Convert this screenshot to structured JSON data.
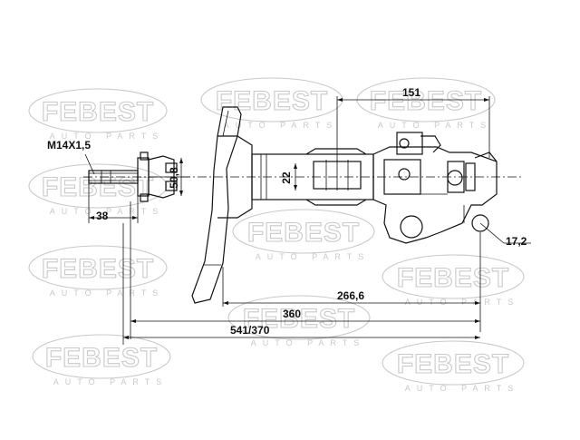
{
  "watermark": {
    "brand": "FEBEST",
    "sub": "AUTO PARTS"
  },
  "dimensions": {
    "thread": "M14X1,5",
    "thread_length": "38",
    "diameter_top": "50,8",
    "rod_diameter": "22",
    "top_offset": "151",
    "bracket_hole": "17,2",
    "lower_length": "266,6",
    "mid_length": "360",
    "total_length": "541/370"
  },
  "colors": {
    "line": "#111111",
    "watermark": "#c9c9c9",
    "background": "#ffffff"
  }
}
